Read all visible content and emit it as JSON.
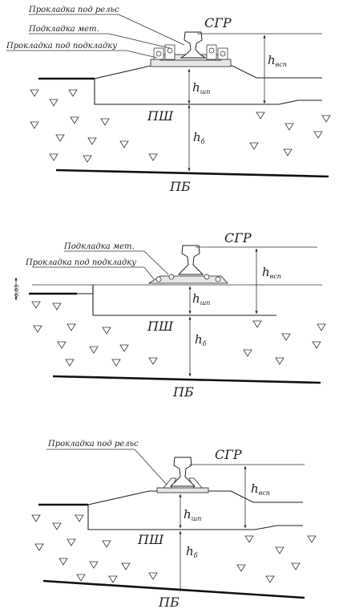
{
  "diagrams": [
    {
      "callouts": [
        "Прокладка под рельс",
        "Подкладка мет.",
        "Прокладка под подкладку"
      ],
      "sgr": "СГР",
      "psh": "ПШ",
      "pb": "ПБ",
      "h_vsp": {
        "main": "h",
        "sub": "всп"
      },
      "h_shp": {
        "main": "h",
        "sub": "шп"
      },
      "h_b": {
        "main": "h",
        "sub": "б"
      }
    },
    {
      "callouts": [
        "Подкладка мет.",
        "Прокладка под подкладку"
      ],
      "sgr": "СГР",
      "psh": "ПШ",
      "pb": "ПБ",
      "dimension": "0,03",
      "h_vsp": {
        "main": "h",
        "sub": "всп"
      },
      "h_shp": {
        "main": "h",
        "sub": "шп"
      },
      "h_b": {
        "main": "h",
        "sub": "б"
      }
    },
    {
      "callouts": [
        "Прокладка под рельс"
      ],
      "sgr": "СГР",
      "psh": "ПШ",
      "pb": "ПБ",
      "h_vsp": {
        "main": "h",
        "sub": "всп"
      },
      "h_shp": {
        "main": "h",
        "sub": "шп"
      },
      "h_b": {
        "main": "h",
        "sub": "б"
      }
    }
  ],
  "icons": {
    "rail": "rail-profile-icon",
    "ballast": "ballast-triangle-icon",
    "arrow": "dimension-arrow-icon"
  }
}
